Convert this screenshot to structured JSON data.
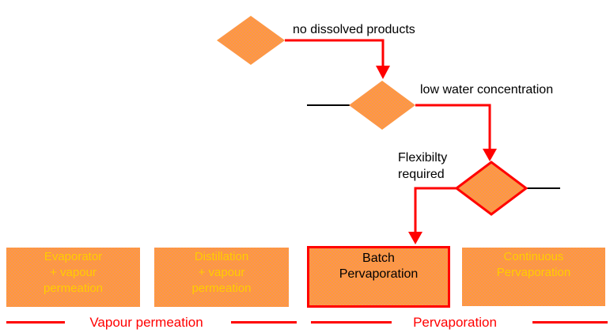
{
  "colors": {
    "accent_red": "#ff0000",
    "node_orange": "#ff9c36",
    "node_orange_shade": "#f8925a",
    "outcome_text_yellow": "#ffcc00",
    "text_black": "#000000"
  },
  "decision_annotations": {
    "no_dissolved_products": "no dissolved products",
    "low_water_concentration": "low water concentration",
    "flexibility_line1": "Flexibilty",
    "flexibility_line2": "required"
  },
  "outcome_boxes": [
    {
      "lines": [
        "Evaporator",
        "+ vapour",
        "permeation"
      ],
      "text_color": "#ffcc00",
      "highlighted": false
    },
    {
      "lines": [
        "Distillation",
        "+ vapour",
        "permeation"
      ],
      "text_color": "#ffcc00",
      "highlighted": false
    },
    {
      "lines": [
        "Batch",
        "Pervaporation"
      ],
      "text_color": "#000000",
      "highlighted": true
    },
    {
      "lines": [
        "Continuous",
        "Pervaporation"
      ],
      "text_color": "#ffcc00",
      "highlighted": false
    }
  ],
  "category_labels": [
    {
      "label": "Vapour permeation"
    },
    {
      "label": "Pervaporation"
    }
  ]
}
